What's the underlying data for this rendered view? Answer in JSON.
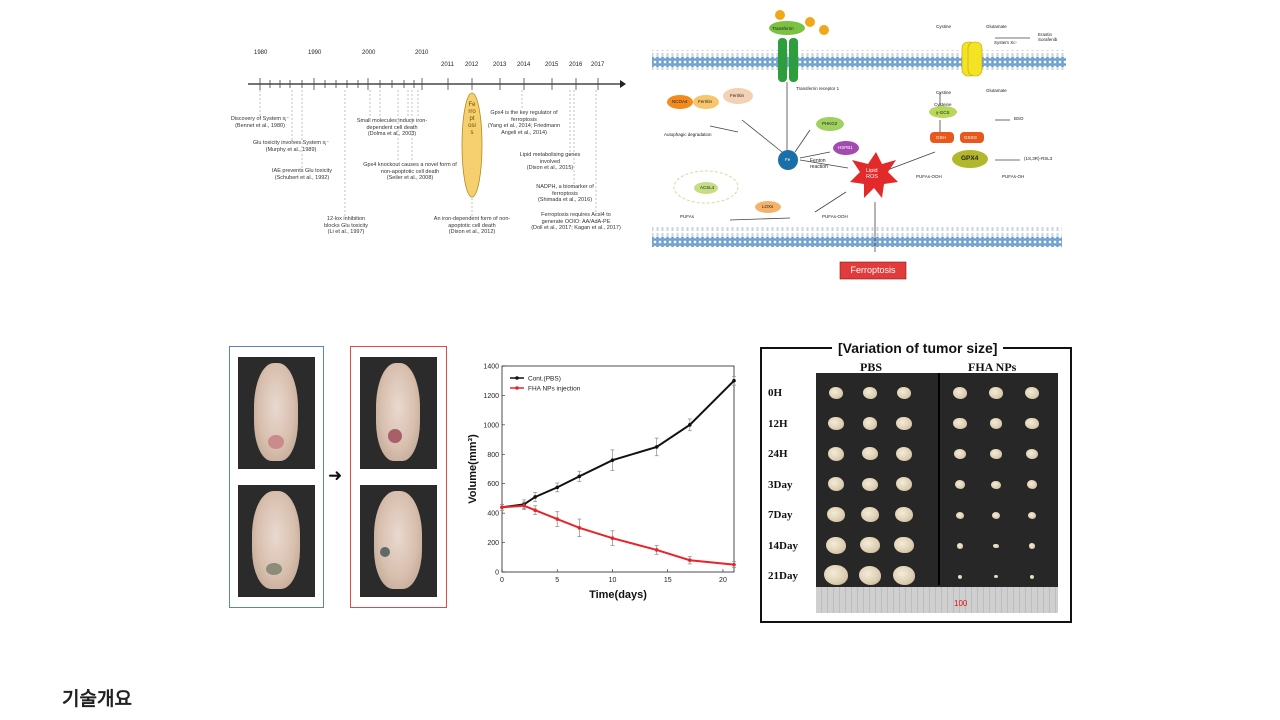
{
  "timeline": {
    "years": [
      "1980",
      "1990",
      "2000",
      "2010",
      "2011",
      "2012",
      "2013",
      "2014",
      "2015",
      "2016",
      "2017"
    ],
    "events": [
      {
        "text": "Discovery of System xⱼ⁻",
        "cite": "(Bennet et al., 1980)"
      },
      {
        "text": "Glu toxicity involves System xⱼ⁻",
        "cite": "(Murphy et al., 1989)"
      },
      {
        "text": "IAE prevents Glu toxicity",
        "cite": "(Schubert et al., 1992)"
      },
      {
        "text": "12-lox inhibition blocks Glu toxicity",
        "cite": "(Li et al., 1997)"
      },
      {
        "text": "Small molecules induce iron-dependent cell death",
        "cite": "(Dolma et al., 2003)"
      },
      {
        "text": "Gpx4 knockout causes a novel form of non-apoptotic cell death",
        "cite": "(Seiler et al., 2008)"
      },
      {
        "text": "An iron-dependent form of non-apoptotic cell death",
        "cite": "(Dixon et al., 2012)"
      },
      {
        "text": "Gpx4 is the key regulator of ferroptosis",
        "cite": "(Yang et al., 2014; Friedmann Angeli et al., 2014)"
      },
      {
        "text": "Lipid metabolising genes involved",
        "cite": "(Dixon et al., 2015)"
      },
      {
        "text": "NADPH, a biomarker of ferroptosis",
        "cite": "(Shimada et al., 2016)"
      },
      {
        "text": "Ferroptosis requires Acsl4 to generate OOIO: AA/AdA-PE",
        "cite": "(Doll et al., 2017; Kagan et al., 2017)"
      }
    ],
    "highlight": "Ferroptosis"
  },
  "pathway": {
    "labels": {
      "transferrin": "Transferrin",
      "receptor": "Transferrin receptor 1",
      "cystine_top": "Cystine",
      "glutamate_top": "Glutamate",
      "system_xc": "System Xc-",
      "erastin": "Erastin Sorafenib",
      "cystine": "Cystine",
      "glutamate": "Glutamate",
      "cysteine": "Cysteine",
      "bso": "BSO",
      "gcs": "γ-GCS",
      "gsh": "GSH",
      "gssg": "GSSG",
      "gpx4": "GPX4",
      "rsl3": "(1S,3R)-RSL3",
      "ncoa4": "NCOA4",
      "ferritin1": "Ferritin",
      "ferritin2": "Ferritin",
      "autophagic": "Autophagic degradation",
      "phkg2": "PHKG2",
      "hspb1": "HSPB1",
      "fe": "Fe",
      "fenton": "Fenton reaction",
      "ros": "Lipid ROS",
      "pufa_ooh_r": "PUFAs-OOH",
      "pufa_oh": "PUFAs-OH",
      "acsl4": "ACSL4",
      "pufas": "PUFAs",
      "lox": "LOXs",
      "pufa_ooh_b": "PUFAs-OOH",
      "ferroptosis": "Ferroptosis"
    }
  },
  "mice": {
    "arrow": "➜"
  },
  "chart_data": {
    "type": "line",
    "title": "",
    "xlabel": "Time(days)",
    "ylabel": "Volume(mm³)",
    "xlim": [
      0,
      21
    ],
    "ylim": [
      0,
      1400
    ],
    "xticks": [
      0,
      5,
      10,
      15,
      20
    ],
    "yticks": [
      0,
      200,
      400,
      600,
      800,
      1000,
      1200,
      1400
    ],
    "series": [
      {
        "name": "Cont.(PBS)",
        "color": "#111111",
        "x": [
          0,
          2,
          3,
          5,
          7,
          10,
          14,
          17,
          21
        ],
        "y": [
          440,
          460,
          510,
          575,
          650,
          760,
          850,
          1000,
          1300
        ],
        "err": [
          20,
          30,
          30,
          30,
          35,
          70,
          60,
          40,
          30
        ]
      },
      {
        "name": "FHA NPs injection",
        "color": "#e8242a",
        "x": [
          0,
          2,
          3,
          5,
          7,
          10,
          14,
          17,
          21
        ],
        "y": [
          440,
          450,
          420,
          360,
          300,
          230,
          150,
          80,
          50
        ],
        "err": [
          20,
          25,
          30,
          50,
          60,
          50,
          30,
          25,
          20
        ]
      }
    ]
  },
  "tumor_panel": {
    "title": "[Variation of tumor size]",
    "col_pbs": "PBS",
    "col_fha": "FHA NPs",
    "rows": [
      "0H",
      "12H",
      "24H",
      "3Day",
      "7Day",
      "14Day",
      "21Day"
    ],
    "ruler": "100",
    "pbs_sizes": [
      [
        0.9,
        0.85,
        0.9
      ],
      [
        0.95,
        0.9,
        0.95
      ],
      [
        1.0,
        0.95,
        1.0
      ],
      [
        1.05,
        1.0,
        1.05
      ],
      [
        1.15,
        1.1,
        1.1
      ],
      [
        1.25,
        1.2,
        1.2
      ],
      [
        1.45,
        1.4,
        1.35
      ]
    ],
    "fha_sizes": [
      [
        0.9,
        0.85,
        0.9
      ],
      [
        0.85,
        0.8,
        0.85
      ],
      [
        0.75,
        0.7,
        0.75
      ],
      [
        0.65,
        0.6,
        0.65
      ],
      [
        0.55,
        0.5,
        0.55
      ],
      [
        0.4,
        0.35,
        0.4
      ],
      [
        0.3,
        0.25,
        0.3
      ]
    ]
  },
  "section_title": "기술개요"
}
